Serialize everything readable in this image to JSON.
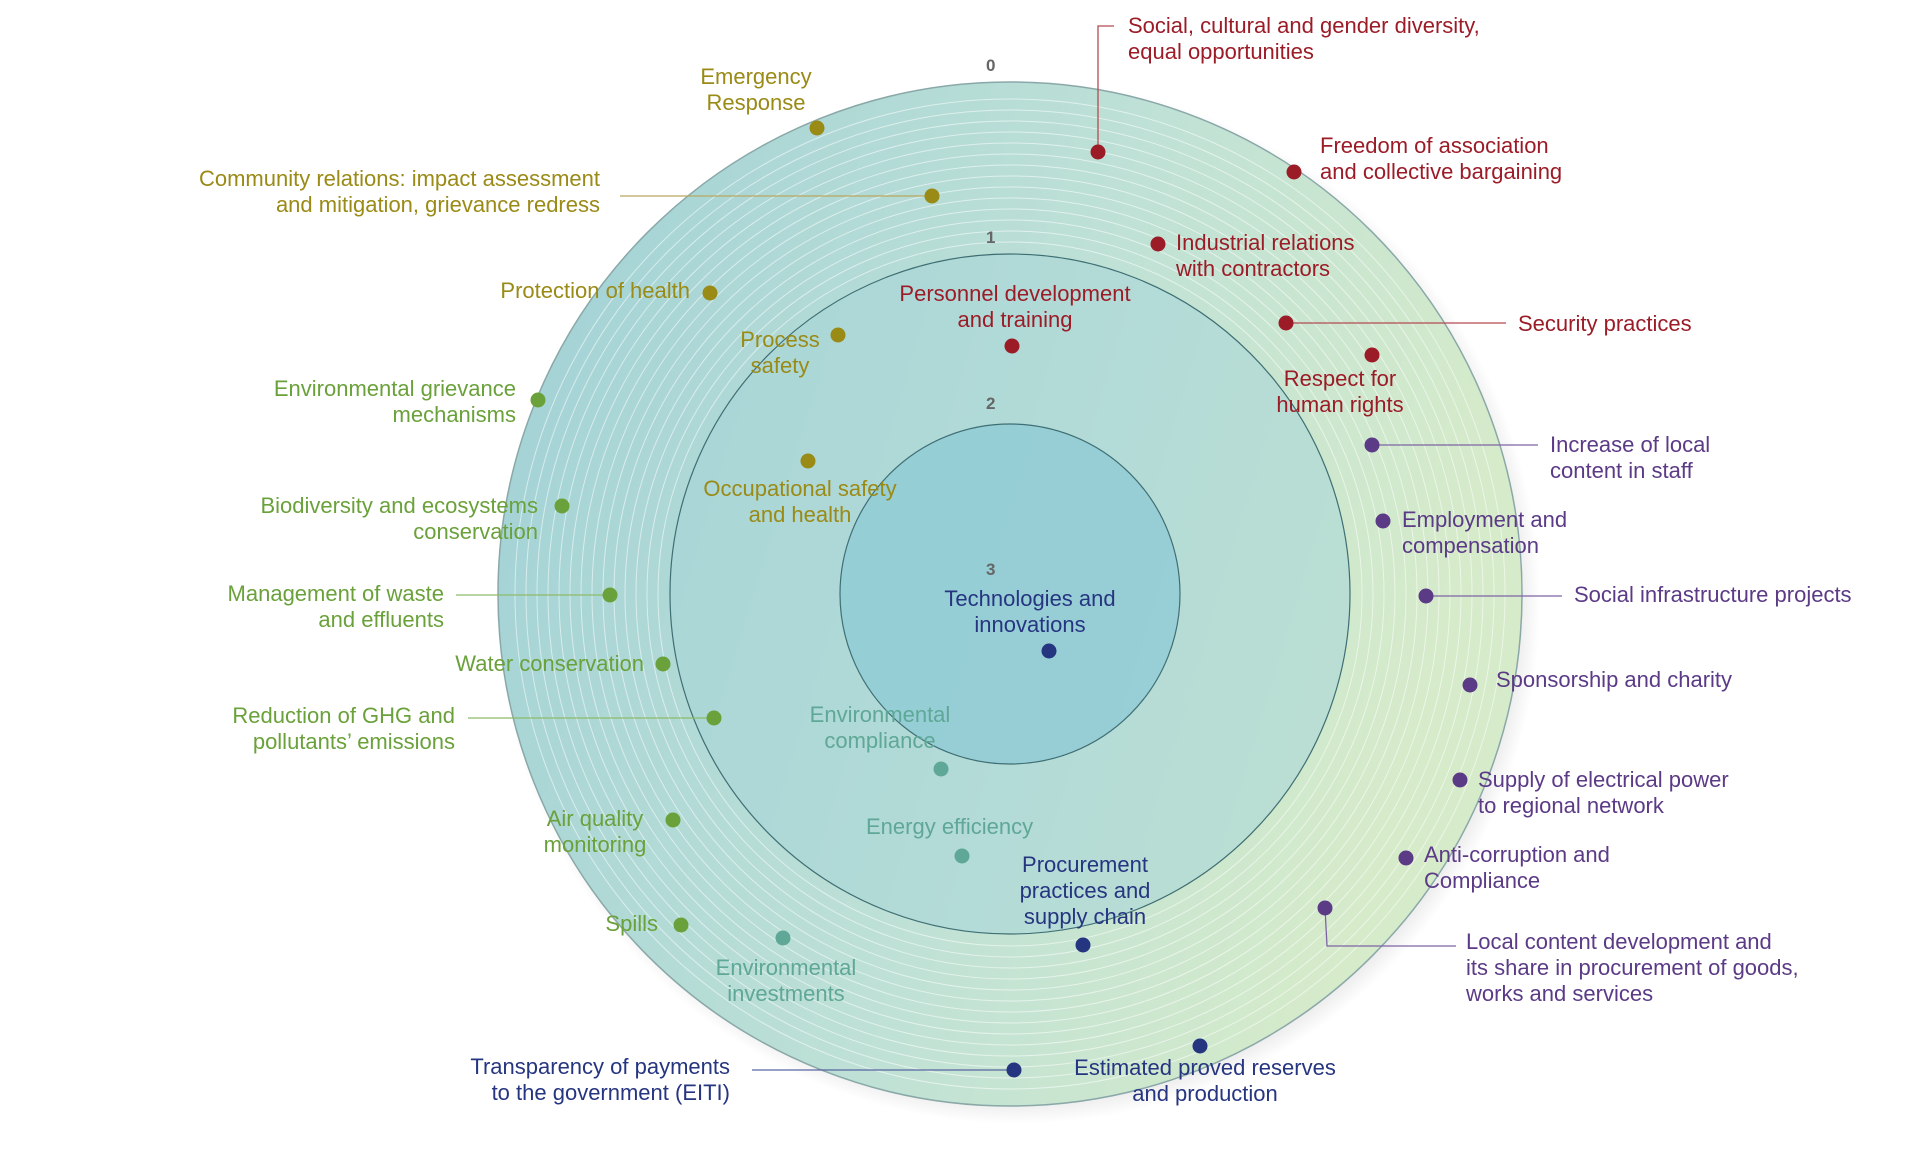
{
  "colors": {
    "red": "#9b1c27",
    "olive": "#9a8a16",
    "green": "#6aa13a",
    "teal": "#5fa796",
    "purple": "#5b3a86",
    "navy": "#263580",
    "leader_red": "#b54a52",
    "leader_olive": "#b8a860",
    "leader_green": "#8dbb6a",
    "leader_purple": "#7d64a4",
    "leader_navy": "#5a66a0"
  },
  "ring_numbers": [
    "0",
    "1",
    "2",
    "3"
  ],
  "topics": [
    {
      "id": "social-diversity",
      "label": "Social, cultural and gender diversity,\nequal opportunities",
      "group": "red"
    },
    {
      "id": "freedom-association",
      "label": "Freedom of association\nand collective bargaining",
      "group": "red"
    },
    {
      "id": "industrial-relations",
      "label": "Industrial relations\nwith contractors",
      "group": "red"
    },
    {
      "id": "security-practices",
      "label": "Security practices",
      "group": "red"
    },
    {
      "id": "human-rights",
      "label": "Respect for\nhuman rights",
      "group": "red"
    },
    {
      "id": "personnel-development",
      "label": "Personnel development\nand training",
      "group": "red"
    },
    {
      "id": "emergency-response",
      "label": "Emergency\nResponse",
      "group": "olive"
    },
    {
      "id": "community-relations",
      "label": "Community relations: impact assessment\nand mitigation, grievance redress",
      "group": "olive"
    },
    {
      "id": "protection-health",
      "label": "Protection of health",
      "group": "olive"
    },
    {
      "id": "process-safety",
      "label": "Process\nsafety",
      "group": "olive"
    },
    {
      "id": "occupational-safety",
      "label": "Occupational safety\nand health",
      "group": "olive"
    },
    {
      "id": "env-grievance",
      "label": "Environmental grievance\nmechanisms",
      "group": "green"
    },
    {
      "id": "biodiversity",
      "label": "Biodiversity and ecosystems\nconservation",
      "group": "green"
    },
    {
      "id": "waste",
      "label": "Management of waste\nand effluents",
      "group": "green"
    },
    {
      "id": "water",
      "label": "Water conservation",
      "group": "green"
    },
    {
      "id": "ghg",
      "label": "Reduction of GHG and\npollutants’ emissions",
      "group": "green"
    },
    {
      "id": "air-quality",
      "label": "Air quality\nmonitoring",
      "group": "green"
    },
    {
      "id": "spills",
      "label": "Spills",
      "group": "green"
    },
    {
      "id": "env-compliance",
      "label": "Environmental\ncompliance",
      "group": "teal"
    },
    {
      "id": "energy-efficiency",
      "label": "Energy efficiency",
      "group": "teal"
    },
    {
      "id": "env-investments",
      "label": "Environmental\ninvestments",
      "group": "teal"
    },
    {
      "id": "local-content-staff",
      "label": "Increase of local\ncontent in staff",
      "group": "purple"
    },
    {
      "id": "employment",
      "label": "Employment and\ncompensation",
      "group": "purple"
    },
    {
      "id": "social-infrastructure",
      "label": "Social infrastructure projects",
      "group": "purple"
    },
    {
      "id": "sponsorship",
      "label": "Sponsorship and charity",
      "group": "purple"
    },
    {
      "id": "electrical-power",
      "label": "Supply of electrical power\nto regional network",
      "group": "purple"
    },
    {
      "id": "anti-corruption",
      "label": "Anti-corruption and\nCompliance",
      "group": "purple"
    },
    {
      "id": "local-content-procurement",
      "label": "Local content development and\nits share in procurement of goods,\nworks and services",
      "group": "purple"
    },
    {
      "id": "technologies",
      "label": "Technologies and\ninnovations",
      "group": "navy"
    },
    {
      "id": "procurement",
      "label": "Procurement\npractices and\nsupply chain",
      "group": "navy"
    },
    {
      "id": "transparency",
      "label": "Transparency of payments\nto the government (EITI)",
      "group": "navy"
    },
    {
      "id": "reserves",
      "label": "Estimated proved reserves\nand production",
      "group": "navy"
    }
  ]
}
